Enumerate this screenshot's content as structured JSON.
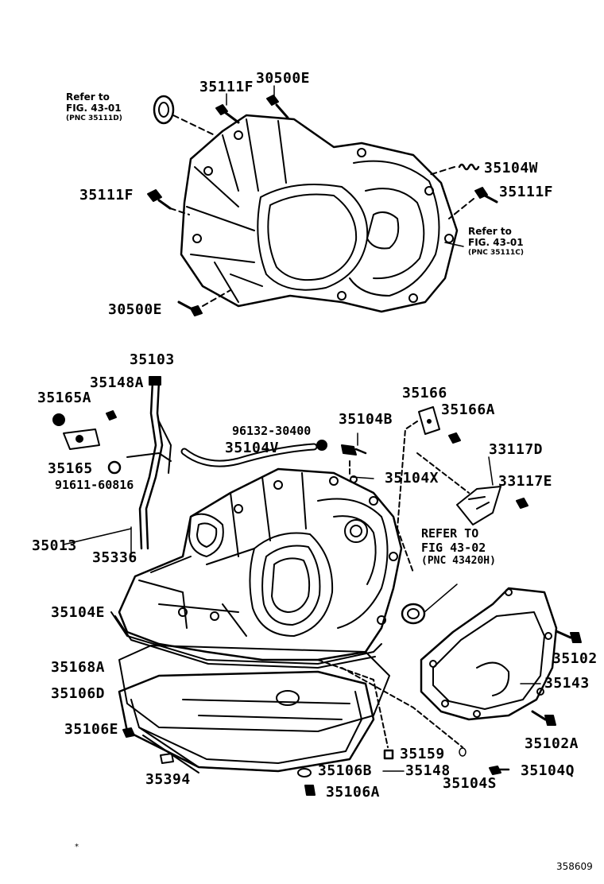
{
  "labels": {
    "l35111F_top": "35111F",
    "l30500E_top": "30500E",
    "l35104W": "35104W",
    "l35111F_left": "35111F",
    "l35111F_right": "35111F",
    "l30500E_bottom": "30500E",
    "l35103": "35103",
    "l35148A": "35148A",
    "l35165A": "35165A",
    "l35165": "35165",
    "l91611": "91611-60816",
    "l96132": "96132-30400",
    "l35104V": "35104V",
    "l35104B": "35104B",
    "l35166": "35166",
    "l35166A": "35166A",
    "l33117D": "33117D",
    "l33117E": "33117E",
    "l35104X": "35104X",
    "l35013": "35013",
    "l35336": "35336",
    "l35104E": "35104E",
    "l35168A": "35168A",
    "l35106D": "35106D",
    "l35106E": "35106E",
    "l35394": "35394",
    "l35159": "35159",
    "l35106B": "35106B",
    "l35148": "35148",
    "l35106A": "35106A",
    "l35104S": "35104S",
    "l35104Q": "35104Q",
    "l35102": "35102",
    "l35143": "35143",
    "l35102A": "35102A"
  },
  "notes": {
    "ref1": {
      "line1": "Refer to",
      "line2": "FIG. 43-01",
      "line3": "(PNC 35111D)"
    },
    "ref2": {
      "line1": "Refer to",
      "line2": "FIG. 43-01",
      "line3": "(PNC 35111C)"
    },
    "ref3": {
      "line1": "REFER TO",
      "line2": "FIG 43-02",
      "line3": "(PNC 43420H)"
    }
  },
  "footer": {
    "ref_number": "358609",
    "tick": "*"
  },
  "colors": {
    "ink": "#000000",
    "paper": "#ffffff"
  }
}
